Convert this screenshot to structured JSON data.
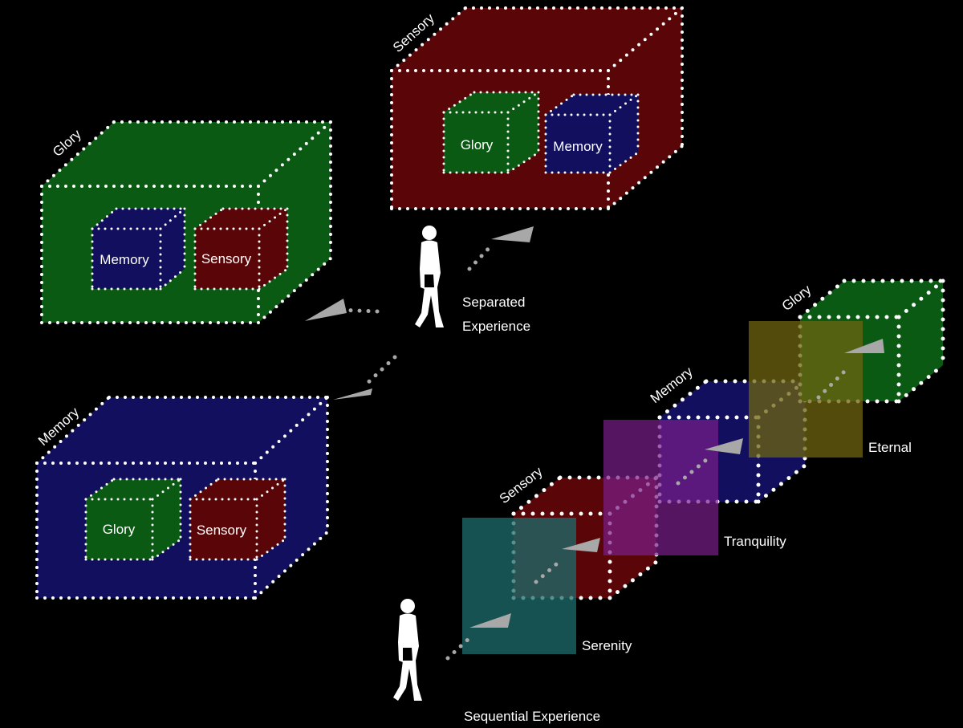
{
  "colors": {
    "glory": "#0b5a14",
    "sensory": "#5a0608",
    "memory": "#12105e",
    "serenity": "#1e6e6e",
    "tranquility": "#7a1e8a",
    "eternal": "#6e6410",
    "dots": "#ffffff",
    "arrow": "#a8a8a8"
  },
  "separated": {
    "caption_line1": "Separated",
    "caption_line2": "Experience",
    "boxes": [
      {
        "label": "Glory",
        "inner": [
          "Memory",
          "Sensory"
        ]
      },
      {
        "label": "Sensory",
        "inner": [
          "Glory",
          "Memory"
        ]
      },
      {
        "label": "Memory",
        "inner": [
          "Glory",
          "Sensory"
        ]
      }
    ]
  },
  "sequential": {
    "caption": "Sequential Experience",
    "cubes": [
      "Sensory",
      "Memory",
      "Glory"
    ],
    "panels": [
      "Serenity",
      "Tranquility",
      "Eternal"
    ]
  }
}
